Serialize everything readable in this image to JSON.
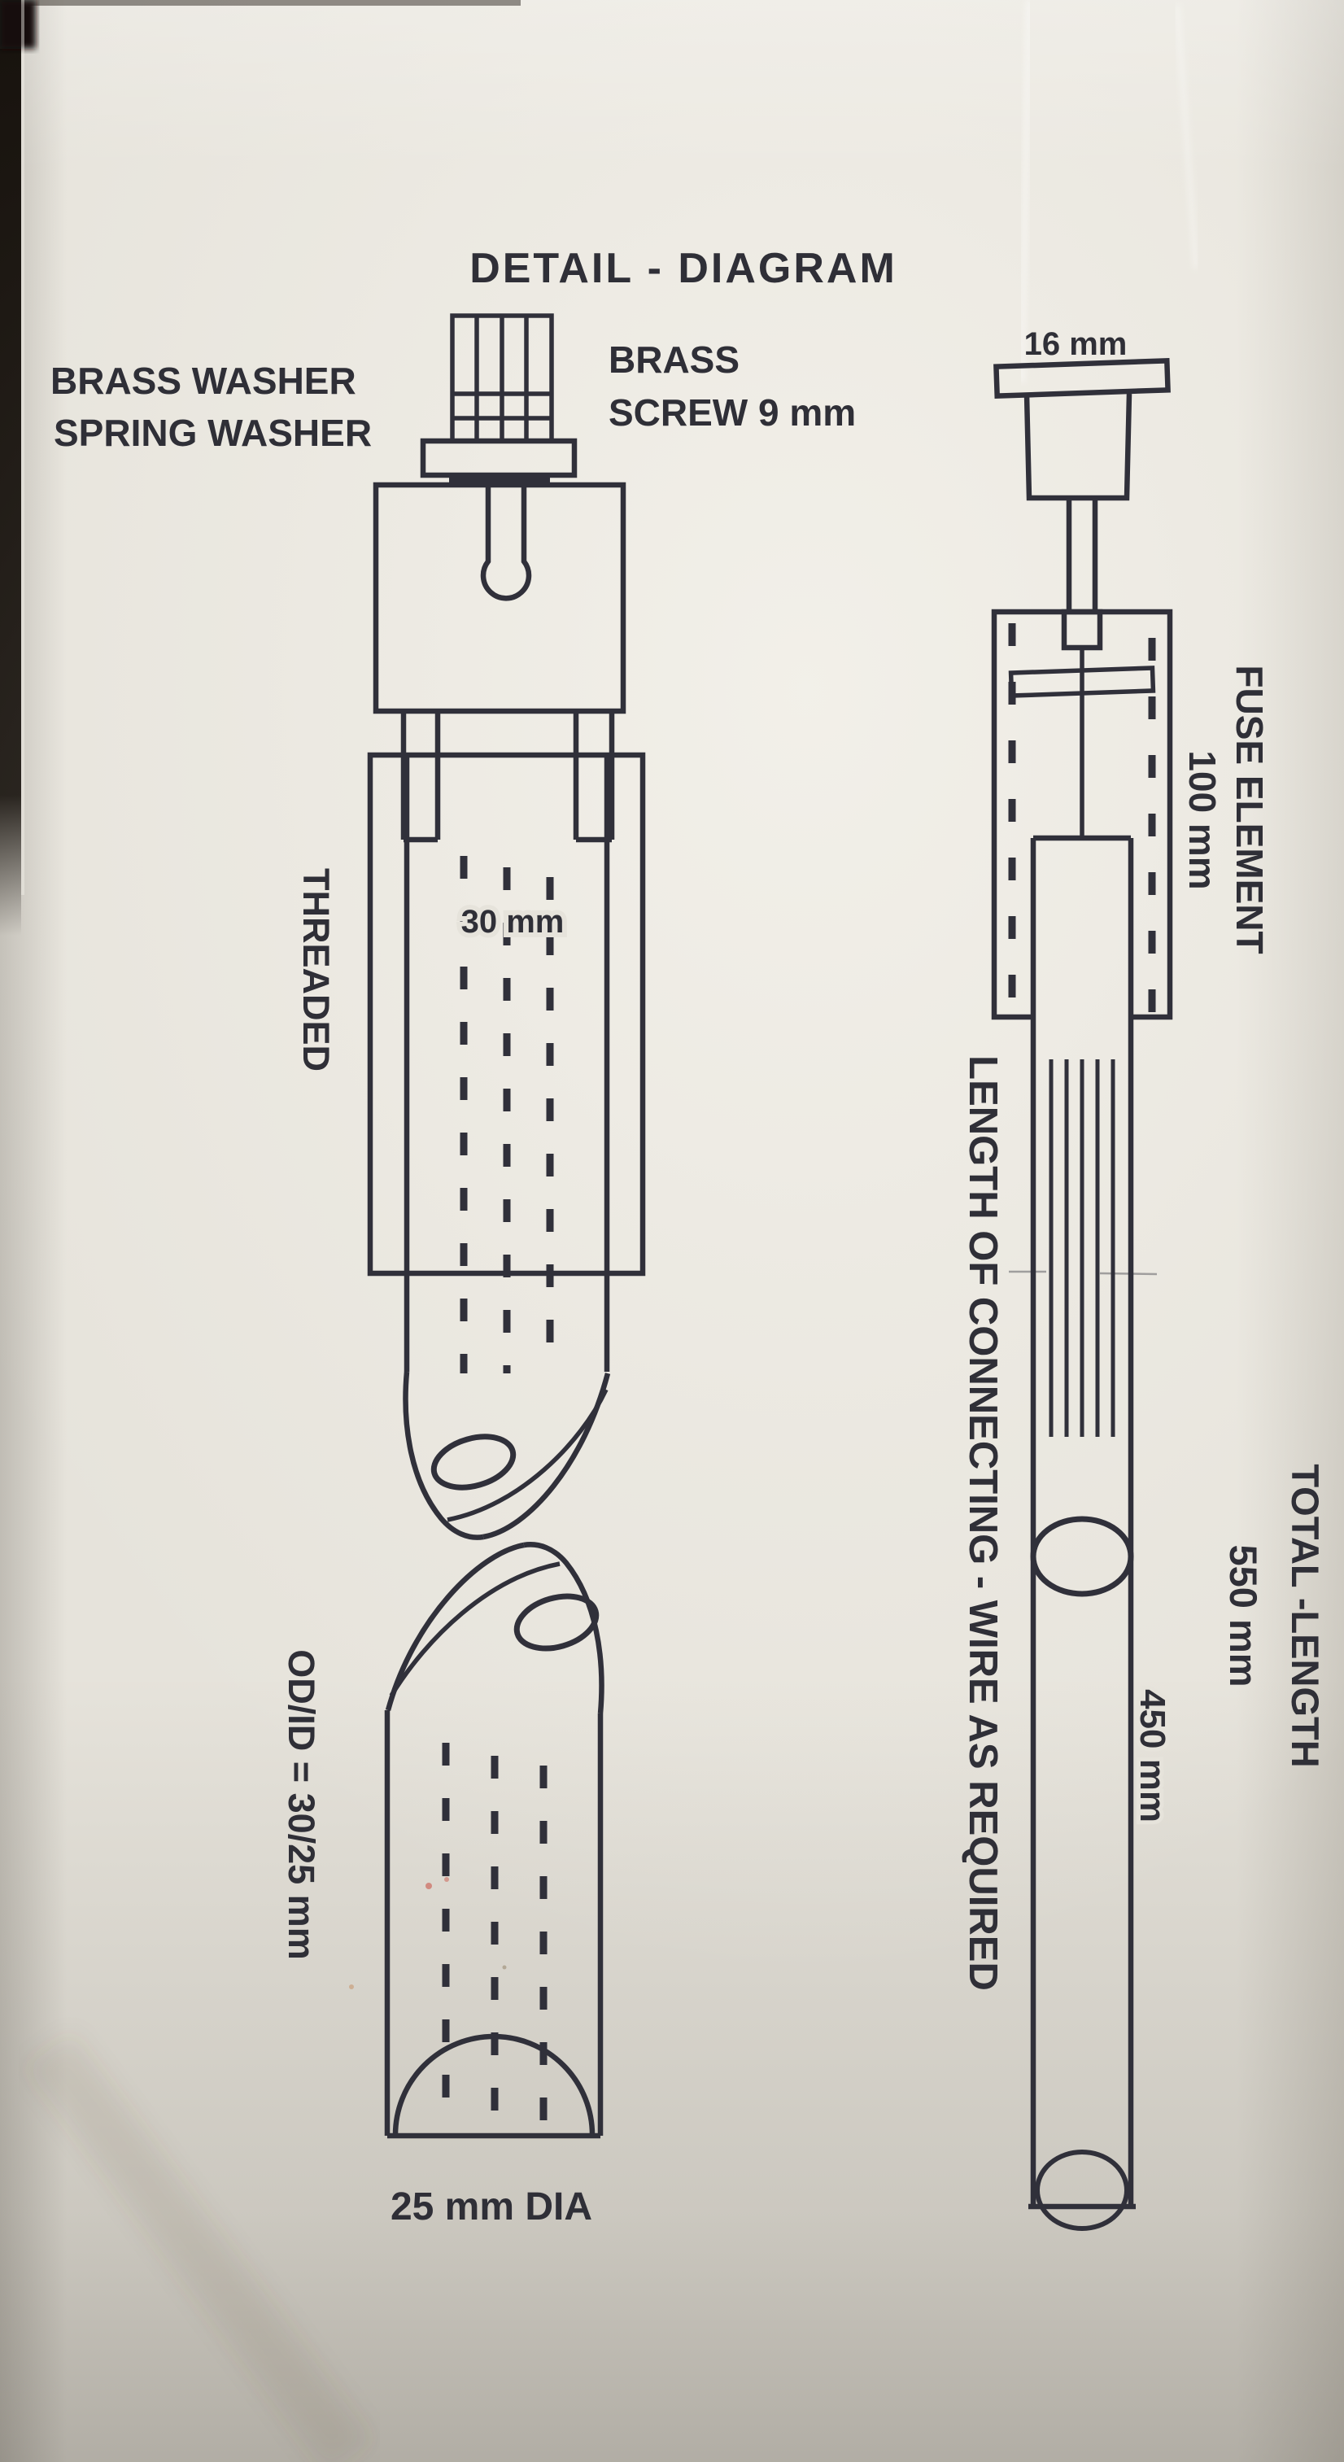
{
  "document": {
    "title": "DETAIL - DIAGRAM"
  },
  "colors": {
    "paper": "#e6e3db",
    "ink": "#30303a",
    "page_edge_black": "#17120d",
    "speck_pink": "#cf7d72"
  },
  "side_view": {
    "description": "fuse unit side view (left drawing)",
    "labels": {
      "brass_washer": "BRASS WASHER",
      "spring_washer": "SPRING WASHER",
      "brass_screw_line1": "BRASS",
      "brass_screw_line2": "SCREW 9 mm",
      "threaded": "THREADED",
      "inner_width": "30 mm",
      "od_id": "OD/ID = 30/25 mm",
      "outer_dia": "25 mm DIA"
    }
  },
  "dimension_view": {
    "description": "fuse unit dimension view (right drawing)",
    "labels": {
      "cap_width": "16 mm",
      "fuse_element_line1": "FUSE ELEMENT",
      "fuse_element_line2": "100 mm",
      "connecting_wire": "LENGTH OF CONNECTING - WIRE AS REQUIRED",
      "wire_length": "450 mm",
      "total_length_line1": "TOTAL -LENGTH",
      "total_length_line2": "550 mm"
    }
  }
}
